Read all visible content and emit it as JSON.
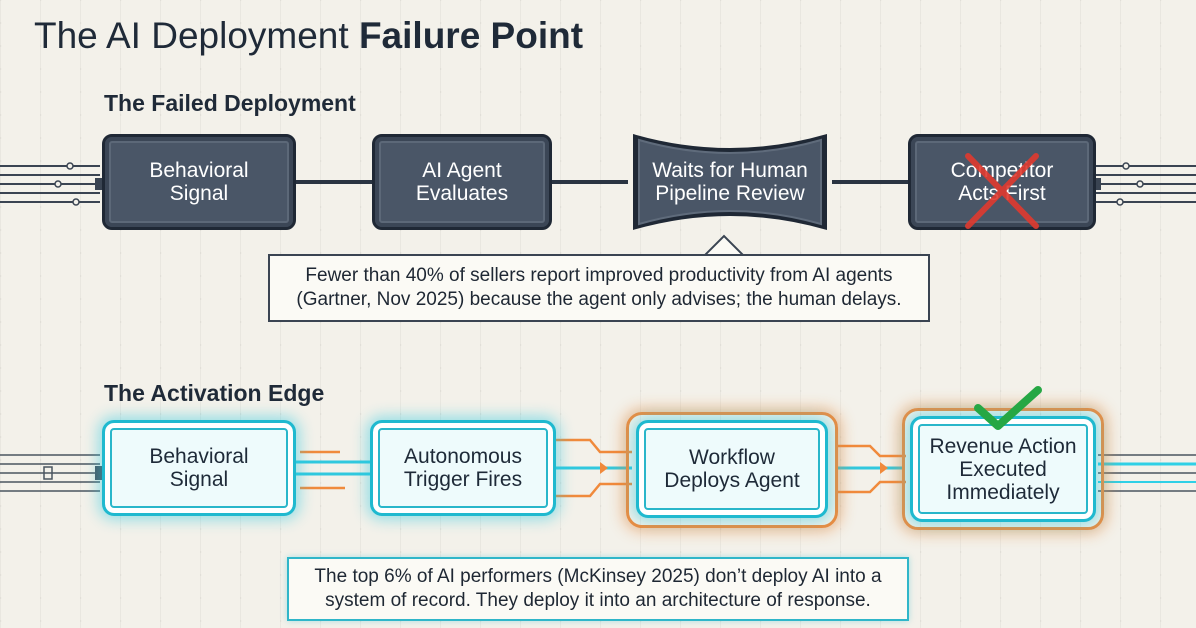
{
  "title": {
    "normal": "The AI Deployment ",
    "bold": "Failure Point"
  },
  "failed": {
    "heading": "The Failed Deployment",
    "nodes": [
      "Behavioral\nSignal",
      "AI Agent\nEvaluates",
      "Waits for Human\nPipeline Review",
      "Competitor\nActs First"
    ],
    "note": "Fewer than 40% of sellers report improved productivity from AI agents\n(Gartner, Nov 2025) because the agent only advises; the human delays."
  },
  "activation": {
    "heading": "The Activation Edge",
    "nodes": [
      "Behavioral\nSignal",
      "Autonomous\nTrigger Fires",
      "Workflow\nDeploys Agent",
      "Revenue Action\nExecuted\nImmediately"
    ],
    "note": "The top 6% of AI performers (McKinsey 2025) don’t deploy AI into a\nsystem of record. They deploy it into an architecture of response."
  },
  "colors": {
    "dark_node": "#4a5667",
    "cyan_glow": "#1fb9cf",
    "orange_glow": "#f08a3c",
    "cross": "#e03a2f",
    "check": "#26a744"
  },
  "icons": {
    "fail_mark": "cross-icon",
    "success_mark": "checkmark-icon"
  }
}
